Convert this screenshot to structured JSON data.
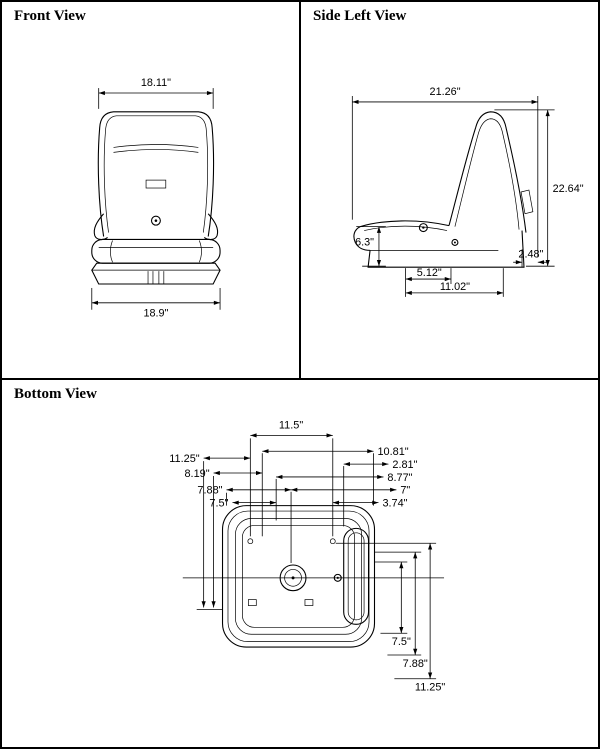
{
  "front": {
    "title": "Front View",
    "dims": {
      "back_width": "18.11\"",
      "base_width": "18.9\""
    }
  },
  "side": {
    "title": "Side Left View",
    "dims": {
      "overall_depth": "21.26\"",
      "overall_height": "22.64\"",
      "front_height": "6.3\"",
      "rear_offset": "2.48\"",
      "front_hole_spacing": "5.12\"",
      "hole_spacing": "11.02\""
    }
  },
  "bottom": {
    "title": "Bottom View",
    "dims": {
      "top_width": "11.5\"",
      "right_1": "10.81\"",
      "right_2": "2.81\"",
      "right_3": "8.77\"",
      "right_4": "7\"",
      "right_5": "3.74\"",
      "left_1": "11.25\"",
      "left_2": "8.19\"",
      "left_3": "7.88\"",
      "left_4": "7.5\"",
      "vert_1": "7.5\"",
      "vert_2": "7.88\"",
      "vert_3": "11.25\""
    }
  }
}
